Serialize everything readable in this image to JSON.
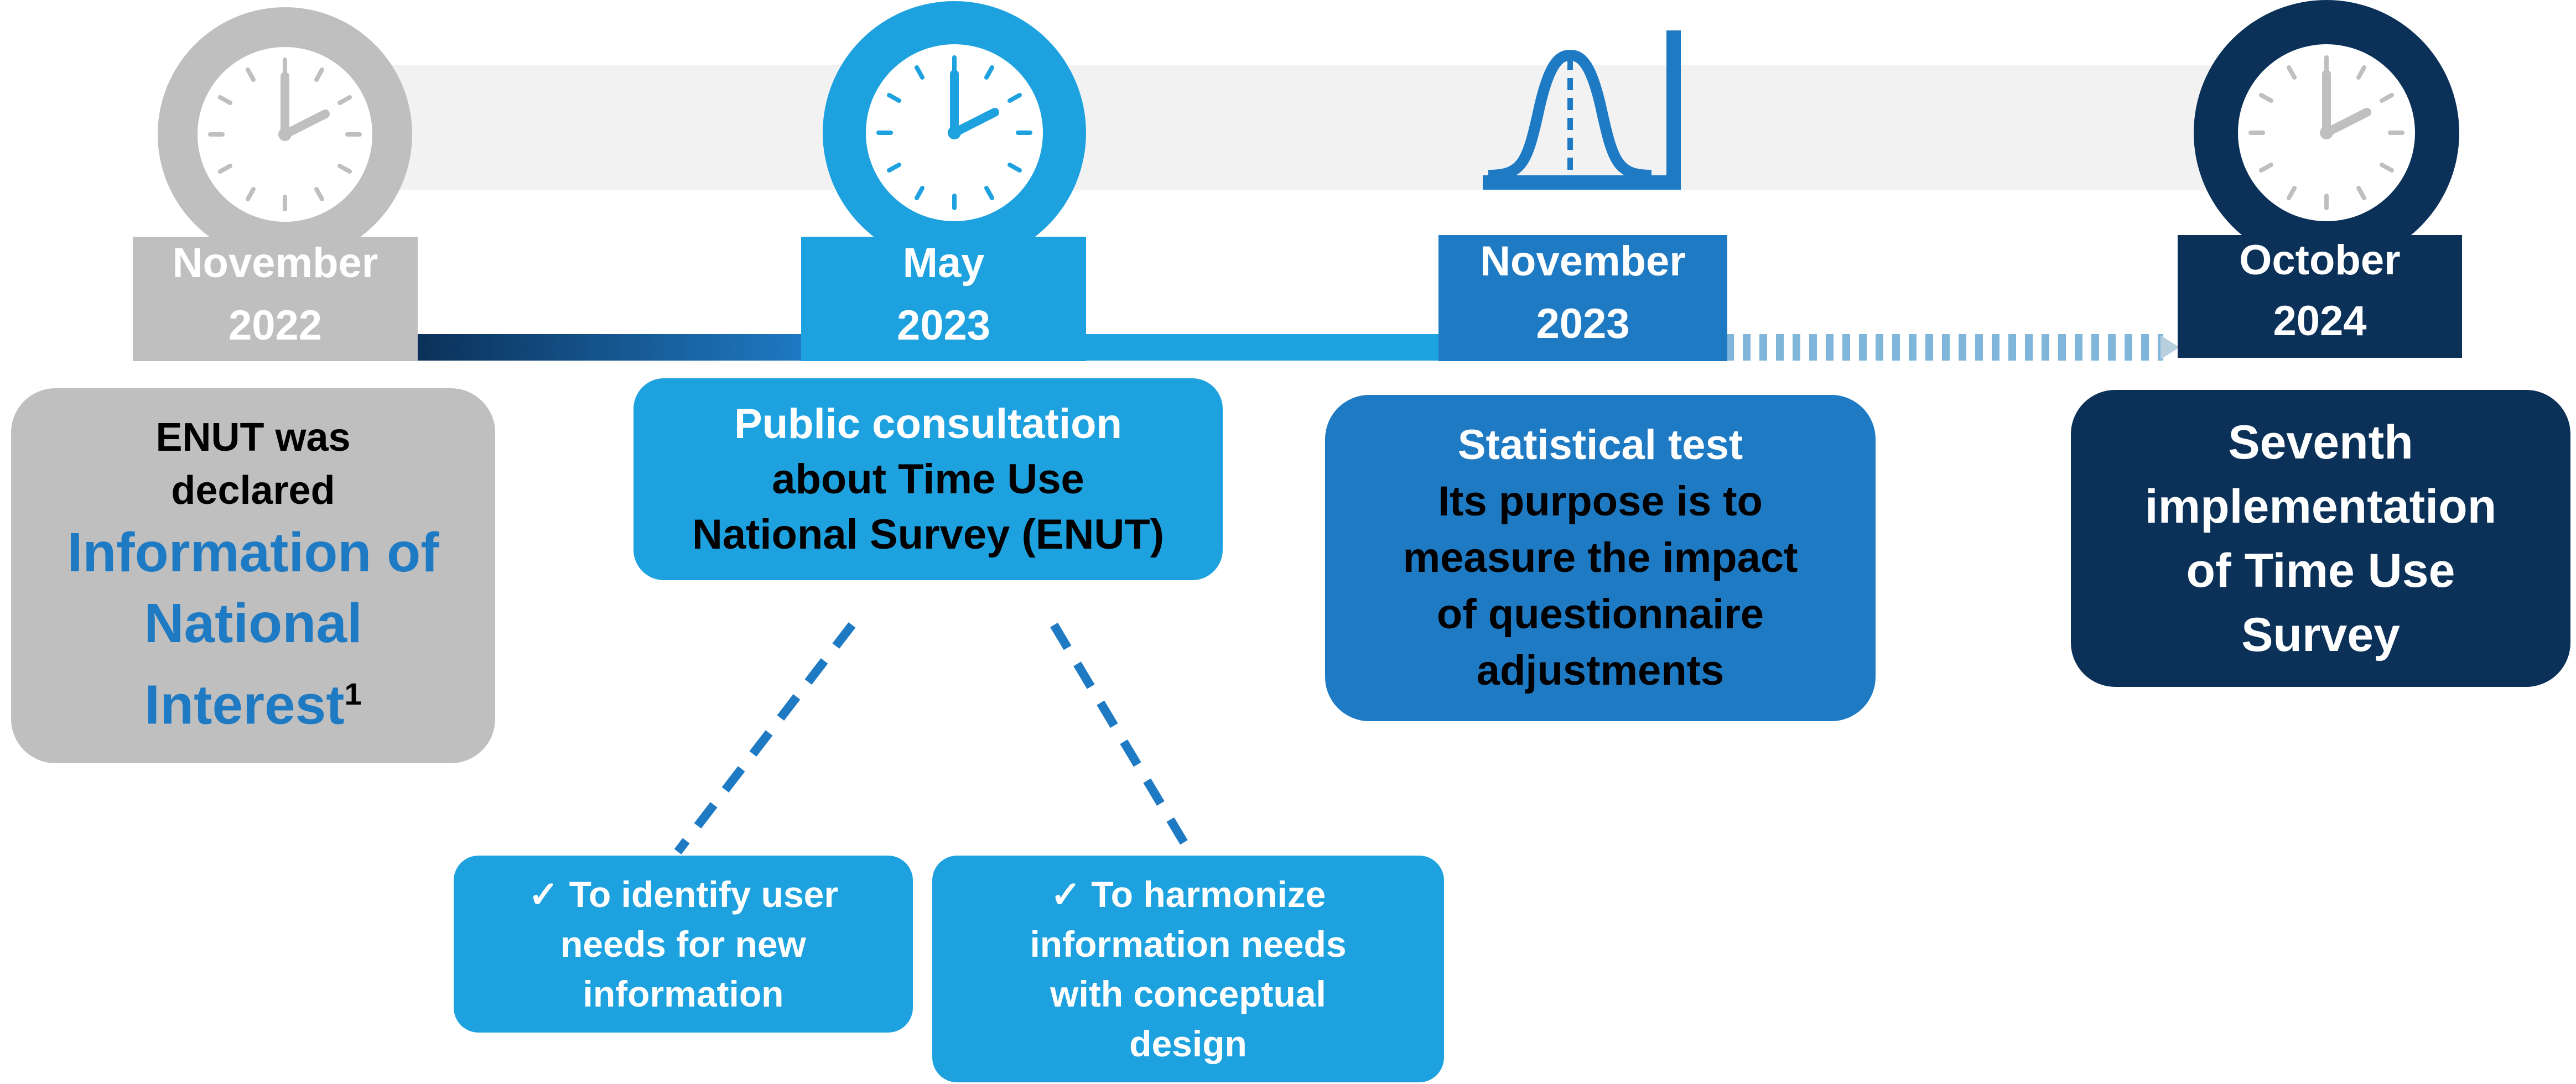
{
  "colors": {
    "gray": "#bfbfbf",
    "light_blue": "#1ea2df",
    "mid_blue": "#1f7ac4",
    "dark_navy": "#0b3159",
    "band": "#f2f2f2"
  },
  "milestones": [
    {
      "icon": "clock-icon",
      "month": "November",
      "year": "2022",
      "text_lines": [
        "ENUT was",
        "declared"
      ],
      "highlight_lines": [
        "Information of",
        "National",
        "Interest"
      ],
      "superscript": "1"
    },
    {
      "icon": "clock-icon",
      "month": "May",
      "year": "2023",
      "text_lines": [
        "Public consultation",
        "about Time Use",
        "National Survey (ENUT)"
      ],
      "subitems": [
        {
          "lines": [
            "To identify user",
            "needs for new",
            "information"
          ]
        },
        {
          "lines": [
            "To harmonize",
            "information needs",
            "with conceptual",
            "design"
          ]
        }
      ],
      "check_symbol": "✓"
    },
    {
      "icon": "bell-curve-icon",
      "month": "November",
      "year": "2023",
      "text_lines": [
        "Statistical test",
        "Its purpose is to",
        "measure the impact",
        "of questionnaire",
        "adjustments"
      ]
    },
    {
      "icon": "clock-icon",
      "month": "October",
      "year": "2024",
      "text_lines": [
        "Seventh",
        "implementation",
        "of Time Use",
        "Survey"
      ]
    }
  ]
}
